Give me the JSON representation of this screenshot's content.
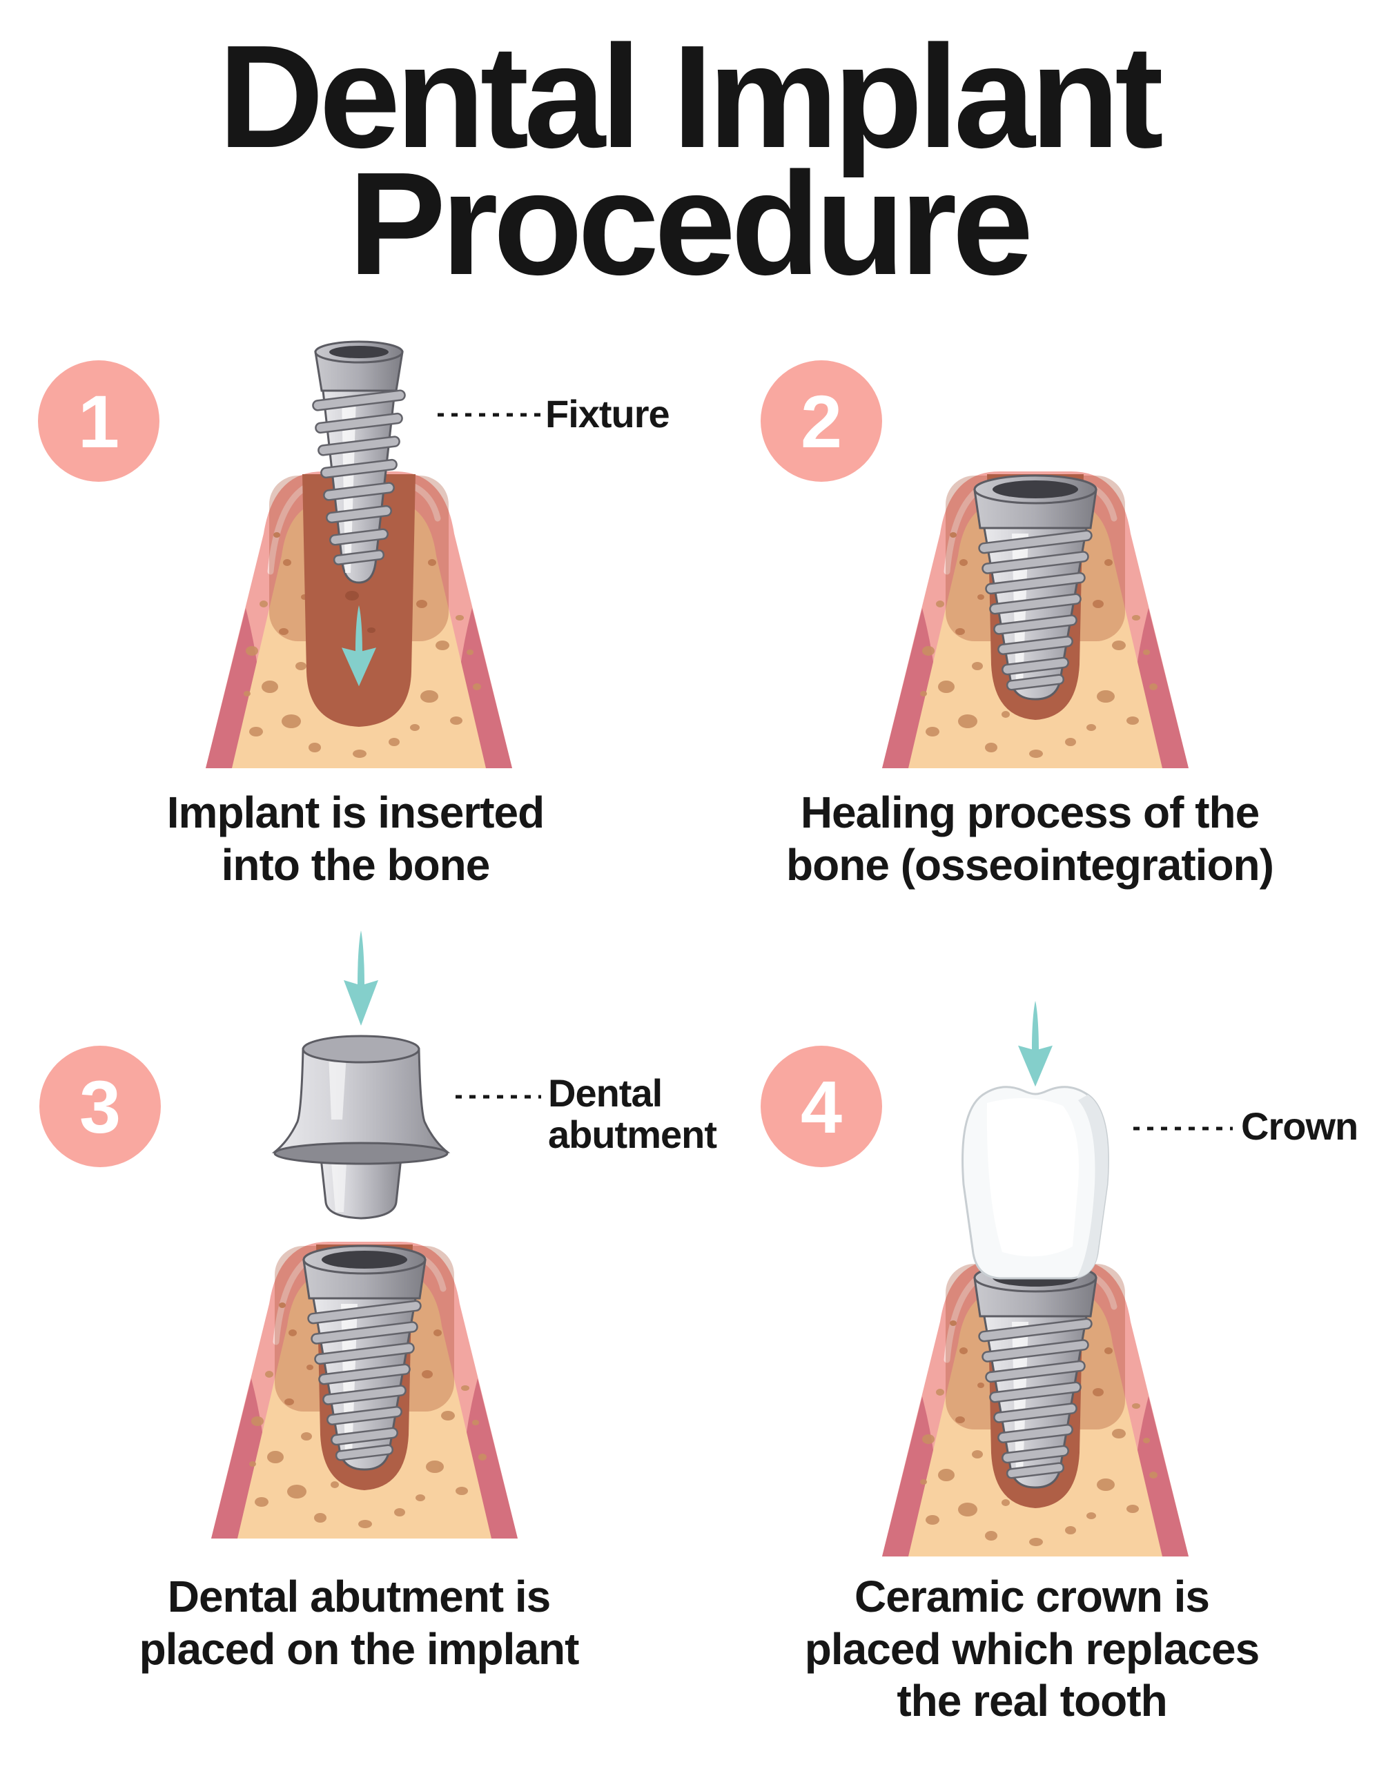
{
  "title": {
    "lines": [
      "Dental Implant",
      "Procedure"
    ]
  },
  "steps": [
    {
      "number": "1",
      "caption": [
        "Implant is inserted",
        "into the bone"
      ],
      "callout": [
        "Fixture"
      ]
    },
    {
      "number": "2",
      "caption": [
        "Healing process of the",
        "bone (osseointegration)"
      ],
      "callout": []
    },
    {
      "number": "3",
      "caption": [
        "Dental abutment is",
        "placed on the implant"
      ],
      "callout": [
        "Dental",
        "abutment"
      ]
    },
    {
      "number": "4",
      "caption": [
        "Ceramic crown is",
        "placed which replaces",
        "the real tooth"
      ],
      "callout": [
        "Crown"
      ]
    }
  ],
  "colors": {
    "ink": "#161616",
    "circle": "#F9A8A0",
    "circletext": "#FFFFFF",
    "teal": "#84CFCB",
    "gum": "#F2A6A1",
    "gumdark": "#D4707E",
    "bone": "#F8D1A0",
    "spot": "#C98F63",
    "spotdark": "#8C462F",
    "socket": "#AF5F46",
    "mucosa": "#A34226",
    "metaloutline": "#5C5C63",
    "crown": "#F7F9FA",
    "bg": "#FFFFFF"
  }
}
